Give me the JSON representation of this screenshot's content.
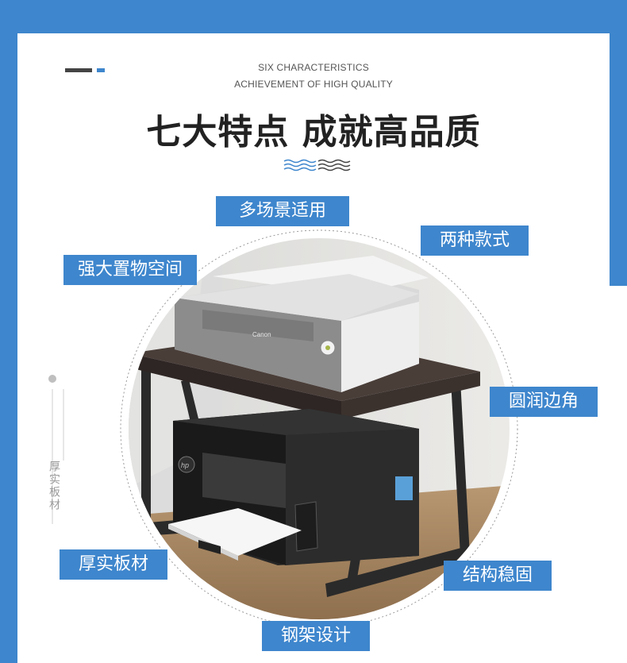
{
  "header": {
    "subtitle_line1": "SIX CHARACTERISTICS",
    "subtitle_line2": "ACHIEVEMENT OF HIGH QUALITY",
    "title": "七大特点 成就高品质"
  },
  "tags": {
    "multi_scene": "多场景适用",
    "two_styles": "两种款式",
    "storage": "强大置物空间",
    "rounded_corners": "圆润边角",
    "thick_board": "厚实板材",
    "stable_structure": "结构稳固",
    "steel_frame": "钢架设计"
  },
  "side_label": "厚实板材",
  "printer_top_brand": "Canon",
  "printer_bottom_brand": "hp",
  "colors": {
    "frame_blue": "#3e86cd",
    "tag_blue": "#3e86cd",
    "title": "#222222",
    "wood": "#3d3430"
  }
}
